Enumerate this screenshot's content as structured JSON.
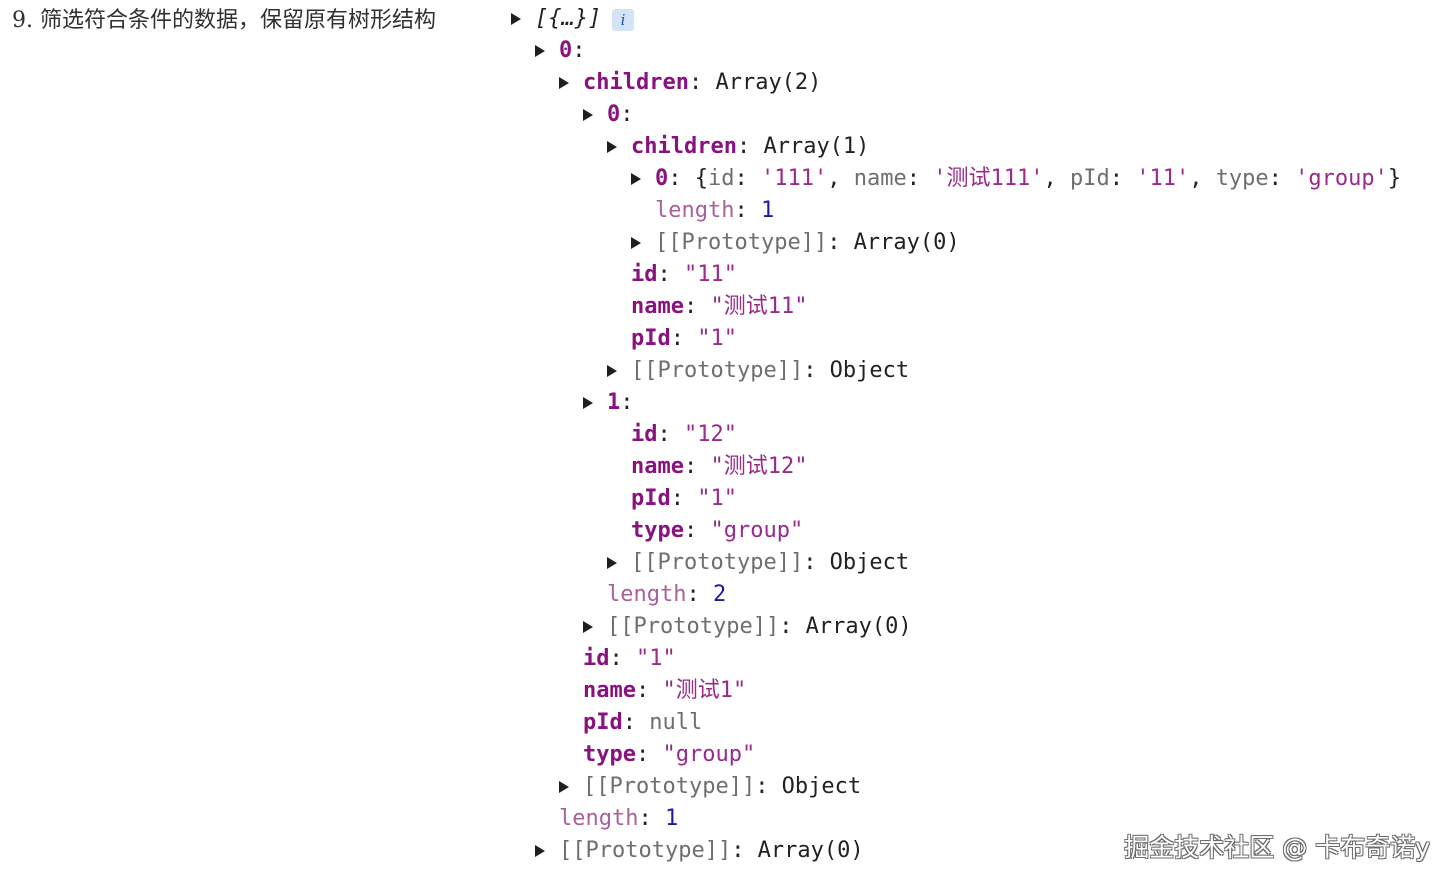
{
  "caption": "9. 筛选符合条件的数据，保留原有树形结构",
  "info_badge": "i",
  "watermark": "掘金技术社区 @ 卡布奇诺y",
  "lines": [
    {
      "indent": 0,
      "toggle": true,
      "tokens": [
        {
          "t": "[{…}]",
          "c": "plain italic"
        }
      ]
    },
    {
      "indent": 1,
      "toggle": true,
      "tokens": [
        {
          "t": "0",
          "c": "key"
        },
        {
          "t": ":",
          "c": "plain"
        }
      ]
    },
    {
      "indent": 2,
      "toggle": true,
      "tokens": [
        {
          "t": "children",
          "c": "key"
        },
        {
          "t": ": Array(2)",
          "c": "plain"
        }
      ]
    },
    {
      "indent": 3,
      "toggle": true,
      "tokens": [
        {
          "t": "0",
          "c": "key"
        },
        {
          "t": ":",
          "c": "plain"
        }
      ]
    },
    {
      "indent": 4,
      "toggle": true,
      "tokens": [
        {
          "t": "children",
          "c": "key"
        },
        {
          "t": ": Array(1)",
          "c": "plain"
        }
      ]
    },
    {
      "indent": 5,
      "toggle": true,
      "tokens": [
        {
          "t": "0",
          "c": "key"
        },
        {
          "t": ": {",
          "c": "plain"
        },
        {
          "t": "id",
          "c": "proto"
        },
        {
          "t": ": ",
          "c": "plain"
        },
        {
          "t": "'111'",
          "c": "str"
        },
        {
          "t": ", ",
          "c": "plain"
        },
        {
          "t": "name",
          "c": "proto"
        },
        {
          "t": ": ",
          "c": "plain"
        },
        {
          "t": "'测试111'",
          "c": "str"
        },
        {
          "t": ", ",
          "c": "plain"
        },
        {
          "t": "pId",
          "c": "proto"
        },
        {
          "t": ": ",
          "c": "plain"
        },
        {
          "t": "'11'",
          "c": "str"
        },
        {
          "t": ", ",
          "c": "plain"
        },
        {
          "t": "type",
          "c": "proto"
        },
        {
          "t": ": ",
          "c": "plain"
        },
        {
          "t": "'group'",
          "c": "str"
        },
        {
          "t": "}",
          "c": "plain"
        }
      ]
    },
    {
      "indent": 5,
      "toggle": false,
      "tokens": [
        {
          "t": "length",
          "c": "key-dim"
        },
        {
          "t": ": ",
          "c": "plain"
        },
        {
          "t": "1",
          "c": "num"
        }
      ]
    },
    {
      "indent": 5,
      "toggle": true,
      "tokens": [
        {
          "t": "[[Prototype]]",
          "c": "proto"
        },
        {
          "t": ": Array(0)",
          "c": "plain"
        }
      ]
    },
    {
      "indent": 4,
      "toggle": false,
      "tokens": [
        {
          "t": "id",
          "c": "key"
        },
        {
          "t": ": ",
          "c": "plain"
        },
        {
          "t": "\"11\"",
          "c": "str"
        }
      ]
    },
    {
      "indent": 4,
      "toggle": false,
      "tokens": [
        {
          "t": "name",
          "c": "key"
        },
        {
          "t": ": ",
          "c": "plain"
        },
        {
          "t": "\"测试11\"",
          "c": "str"
        }
      ]
    },
    {
      "indent": 4,
      "toggle": false,
      "tokens": [
        {
          "t": "pId",
          "c": "key"
        },
        {
          "t": ": ",
          "c": "plain"
        },
        {
          "t": "\"1\"",
          "c": "str"
        }
      ]
    },
    {
      "indent": 4,
      "toggle": true,
      "tokens": [
        {
          "t": "[[Prototype]]",
          "c": "proto"
        },
        {
          "t": ": Object",
          "c": "plain"
        }
      ]
    },
    {
      "indent": 3,
      "toggle": true,
      "tokens": [
        {
          "t": "1",
          "c": "key"
        },
        {
          "t": ":",
          "c": "plain"
        }
      ]
    },
    {
      "indent": 4,
      "toggle": false,
      "tokens": [
        {
          "t": "id",
          "c": "key"
        },
        {
          "t": ": ",
          "c": "plain"
        },
        {
          "t": "\"12\"",
          "c": "str"
        }
      ]
    },
    {
      "indent": 4,
      "toggle": false,
      "tokens": [
        {
          "t": "name",
          "c": "key"
        },
        {
          "t": ": ",
          "c": "plain"
        },
        {
          "t": "\"测试12\"",
          "c": "str"
        }
      ]
    },
    {
      "indent": 4,
      "toggle": false,
      "tokens": [
        {
          "t": "pId",
          "c": "key"
        },
        {
          "t": ": ",
          "c": "plain"
        },
        {
          "t": "\"1\"",
          "c": "str"
        }
      ]
    },
    {
      "indent": 4,
      "toggle": false,
      "tokens": [
        {
          "t": "type",
          "c": "key"
        },
        {
          "t": ": ",
          "c": "plain"
        },
        {
          "t": "\"group\"",
          "c": "str"
        }
      ]
    },
    {
      "indent": 4,
      "toggle": true,
      "tokens": [
        {
          "t": "[[Prototype]]",
          "c": "proto"
        },
        {
          "t": ": Object",
          "c": "plain"
        }
      ]
    },
    {
      "indent": 3,
      "toggle": false,
      "tokens": [
        {
          "t": "length",
          "c": "key-dim"
        },
        {
          "t": ": ",
          "c": "plain"
        },
        {
          "t": "2",
          "c": "num"
        }
      ]
    },
    {
      "indent": 3,
      "toggle": true,
      "tokens": [
        {
          "t": "[[Prototype]]",
          "c": "proto"
        },
        {
          "t": ": Array(0)",
          "c": "plain"
        }
      ]
    },
    {
      "indent": 2,
      "toggle": false,
      "tokens": [
        {
          "t": "id",
          "c": "key"
        },
        {
          "t": ": ",
          "c": "plain"
        },
        {
          "t": "\"1\"",
          "c": "str"
        }
      ]
    },
    {
      "indent": 2,
      "toggle": false,
      "tokens": [
        {
          "t": "name",
          "c": "key"
        },
        {
          "t": ": ",
          "c": "plain"
        },
        {
          "t": "\"测试1\"",
          "c": "str"
        }
      ]
    },
    {
      "indent": 2,
      "toggle": false,
      "tokens": [
        {
          "t": "pId",
          "c": "key"
        },
        {
          "t": ": ",
          "c": "plain"
        },
        {
          "t": "null",
          "c": "proto"
        }
      ]
    },
    {
      "indent": 2,
      "toggle": false,
      "tokens": [
        {
          "t": "type",
          "c": "key"
        },
        {
          "t": ": ",
          "c": "plain"
        },
        {
          "t": "\"group\"",
          "c": "str"
        }
      ]
    },
    {
      "indent": 2,
      "toggle": true,
      "tokens": [
        {
          "t": "[[Prototype]]",
          "c": "proto"
        },
        {
          "t": ": Object",
          "c": "plain"
        }
      ]
    },
    {
      "indent": 1,
      "toggle": false,
      "tokens": [
        {
          "t": "length",
          "c": "key-dim"
        },
        {
          "t": ": ",
          "c": "plain"
        },
        {
          "t": "1",
          "c": "num"
        }
      ]
    },
    {
      "indent": 1,
      "toggle": true,
      "tokens": [
        {
          "t": "[[Prototype]]",
          "c": "proto"
        },
        {
          "t": ": Array(0)",
          "c": "plain"
        }
      ]
    }
  ]
}
